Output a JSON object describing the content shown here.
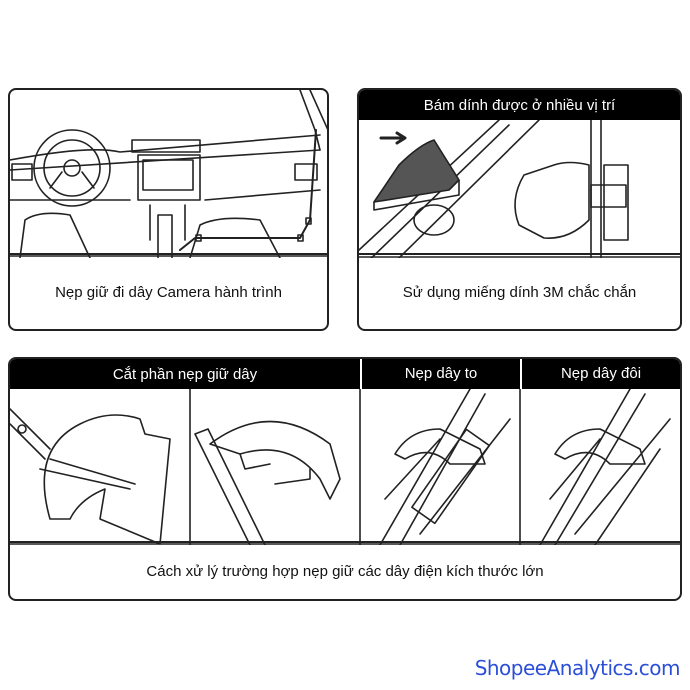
{
  "panel_dashcam": {
    "caption": "Nẹp giữ đi dây Camera hành trình"
  },
  "panel_adhesive": {
    "header": "Bám dính được ở nhiều vị trí",
    "caption": "Sử dụng miếng dính 3M chắc chắn"
  },
  "panel_large_wires": {
    "headers": [
      "Cắt phần nẹp giữ dây",
      "Nẹp dây to",
      "Nẹp dây đôi"
    ],
    "caption": "Cách xử lý trường hợp nẹp giữ các dây điện kích thước lớn"
  },
  "watermark": "ShopeeAnalytics.com"
}
